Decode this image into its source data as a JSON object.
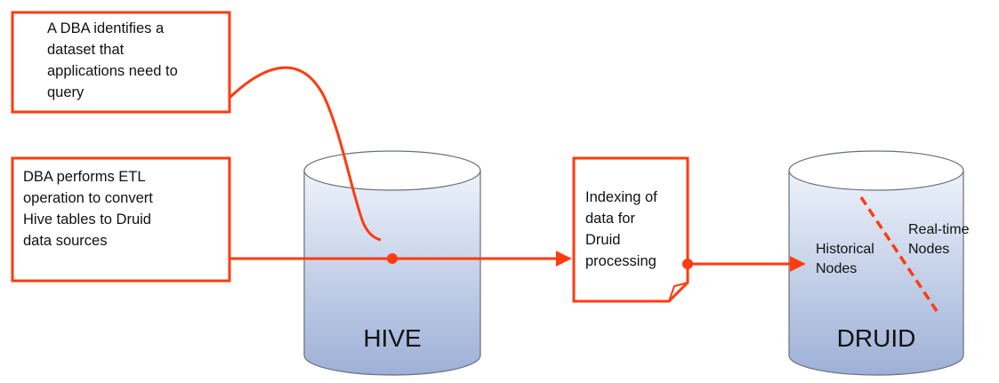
{
  "callouts": {
    "dba_identifies": "A DBA identifies a\ndataset that\napplications need to\nquery",
    "dba_performs_etl": "DBA performs ETL\noperation to convert\nHive tables to Druid\ndata sources",
    "indexing": "Indexing of\ndata for\nDruid\nprocessing"
  },
  "databases": {
    "hive": "HIVE",
    "druid": "DRUID"
  },
  "druid_nodes": {
    "historical": "Historical\nNodes",
    "realtime": "Real-time\nNodes"
  },
  "colors": {
    "accent": "#ff3b10",
    "cylinder_top": "#eaf0fa",
    "cylinder_bottom": "#9fb2d8",
    "cylinder_stroke": "#6a6f78"
  }
}
